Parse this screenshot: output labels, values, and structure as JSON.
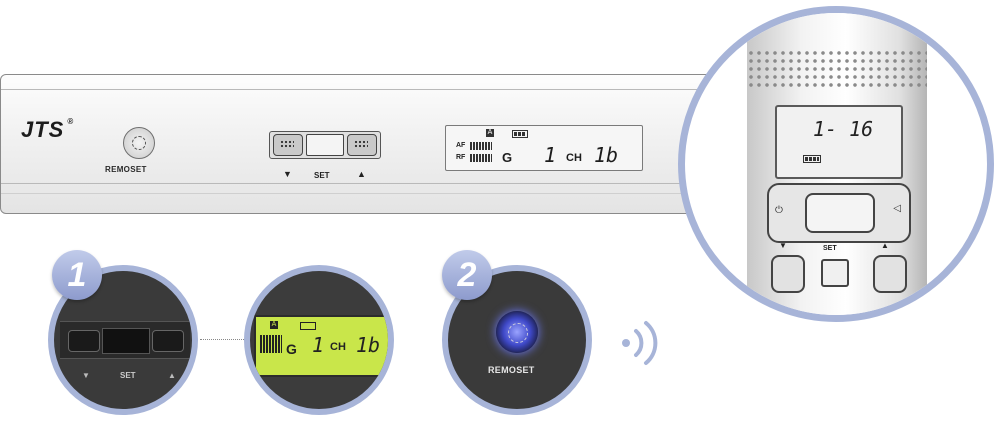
{
  "receiver": {
    "brand": "JTS",
    "registered_mark": "®",
    "remoset_label": "REMOSET",
    "set_label": "SET",
    "down_arrow": "▼",
    "up_arrow": "▲",
    "lcd": {
      "preset": "A",
      "af_label": "AF",
      "rf_label": "RF",
      "group": "G",
      "channel_number": "1",
      "ch_label": "CH",
      "channel_value": "1b"
    }
  },
  "microphone": {
    "lcd_channel": "1- 16",
    "power_symbol": "⏻",
    "mute_symbol": "◁",
    "set_label": "SET",
    "down_arrow": "▼",
    "up_arrow": "▲"
  },
  "steps": {
    "step1_number": "1",
    "step1_set_label": "SET",
    "step1_down_arrow": "▼",
    "step1_up_arrow": "▲",
    "step1_lcd": {
      "preset": "A",
      "group": "G",
      "channel_number": "1",
      "ch_label": "CH",
      "channel_value": "1b"
    },
    "step2_number": "2",
    "step2_remoset_label": "REMOSET"
  },
  "colors": {
    "ring": "#a7b4d8",
    "badge": "#8d9bcd",
    "lcd_green": "#c9e64a",
    "remoset_glow": "#3f49c8"
  },
  "icons": [
    "power-icon",
    "mute-icon",
    "signal-wave-icon",
    "battery-icon"
  ]
}
